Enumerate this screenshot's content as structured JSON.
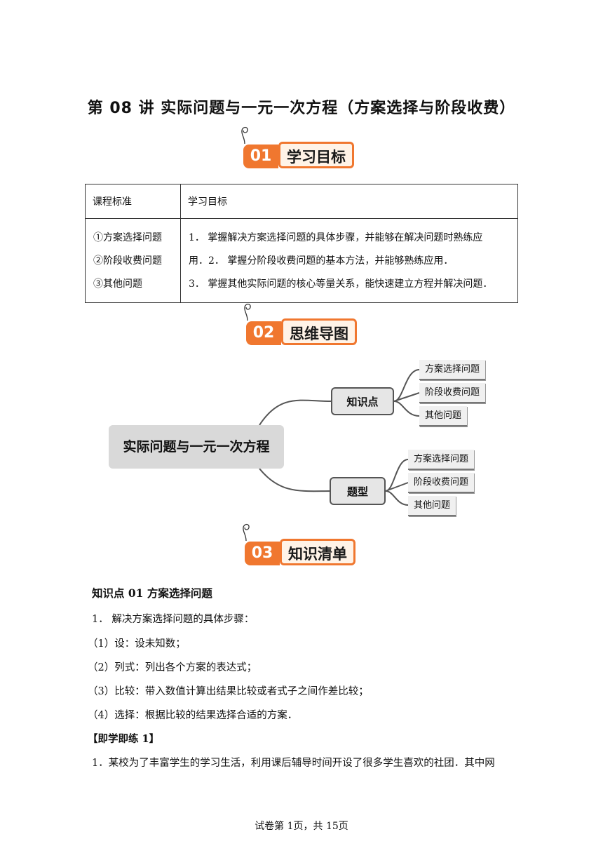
{
  "title": "第 08 讲  实际问题与一元一次方程（方案选择与阶段收费）",
  "sections": [
    {
      "num": "01",
      "label": "学习目标"
    },
    {
      "num": "02",
      "label": "思维导图"
    },
    {
      "num": "03",
      "label": "知识清单"
    }
  ],
  "table": {
    "headers": [
      "课程标准",
      "学习目标"
    ],
    "standards": [
      "①方案选择问题",
      "②阶段收费问题",
      "③其他问题"
    ],
    "goals": [
      "1．  掌握解决方案选择问题的具体步骤，并能够在解决问题时熟练应",
      "用．2．  掌握分阶段收费问题的基本方法，并能够熟练应用．",
      "3．  掌握其他实际问题的核心等量关系，能快速建立方程并解决问题．"
    ]
  },
  "mindmap": {
    "root": "实际问题与一元一次方程",
    "branches": [
      {
        "label": "知识点",
        "leaves": [
          "方案选择问题",
          "阶段收费问题",
          "其他问题"
        ]
      },
      {
        "label": "题型",
        "leaves": [
          "方案选择问题",
          "阶段收费问题",
          "其他问题"
        ]
      }
    ]
  },
  "knowledge": {
    "heading": "知识点 01  方案选择问题",
    "lines": [
      "1．  解决方案选择问题的具体步骤：",
      "（1）设：设未知数；",
      "（2）列式：列出各个方案的表达式；",
      "（3）比较：带入数值计算出结果比较或者式子之间作差比较；",
      "（4）选择：根据比较的结果选择合适的方案．"
    ],
    "practice": "【即学即练 1】",
    "question": "1．某校为了丰富学生的学习生活，利用课后辅导时间开设了很多学生喜欢的社团．其中网"
  },
  "footer": "试卷第 1页，共 15页",
  "colors": {
    "accent": "#f0772f"
  }
}
